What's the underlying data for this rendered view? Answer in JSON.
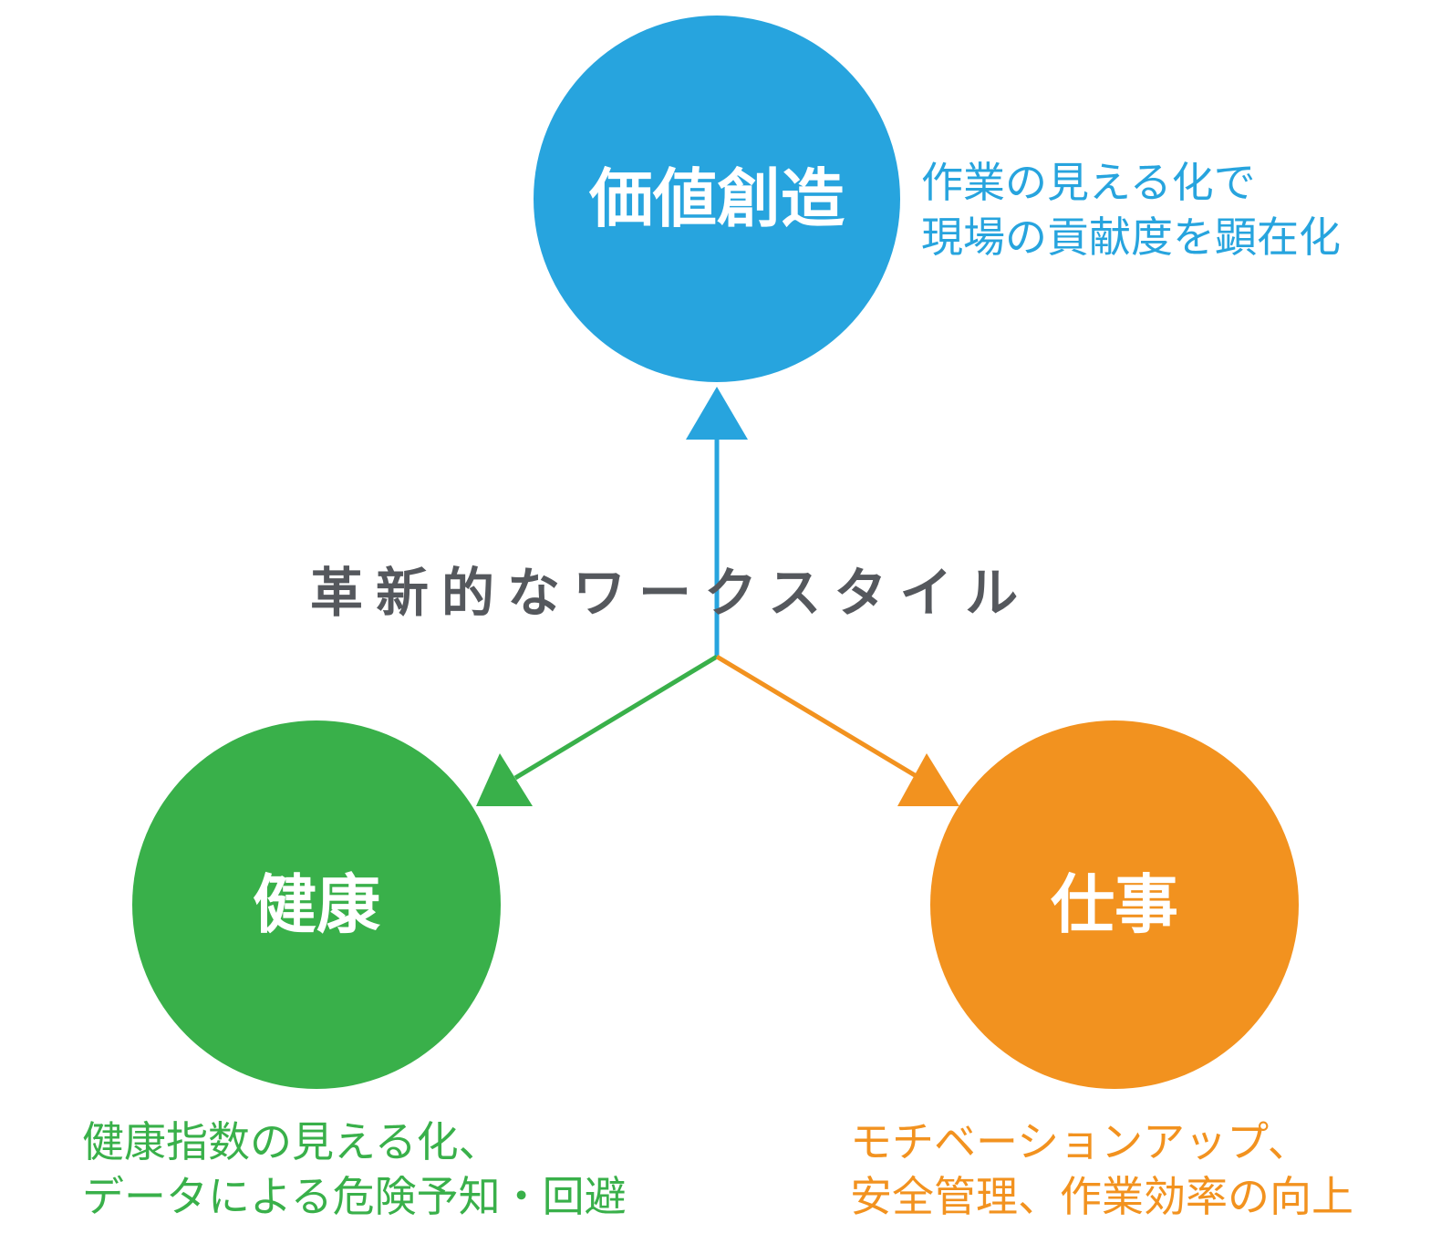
{
  "colors": {
    "value": "#27a4de",
    "health": "#39b04a",
    "work": "#f2921f",
    "title": "#55585d"
  },
  "center_title": "革新的なワークスタイル",
  "nodes": {
    "value": {
      "label": "価値創造",
      "desc_line1": "作業の見える化で",
      "desc_line2": "現場の貢献度を顕在化"
    },
    "health": {
      "label": "健康",
      "desc_line1": "健康指数の見える化、",
      "desc_line2": "データによる危険予知・回避"
    },
    "work": {
      "label": "仕事",
      "desc_line1": "モチベーションアップ、",
      "desc_line2": "安全管理、作業効率の向上"
    }
  }
}
